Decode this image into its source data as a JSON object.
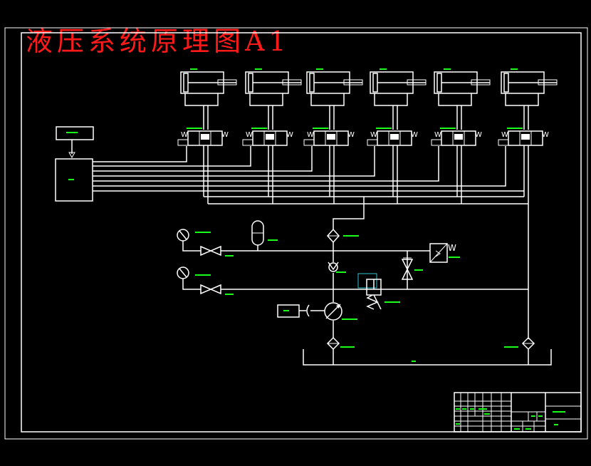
{
  "title": "液压系统原理图A1",
  "colors": {
    "background": "#000000",
    "lines": "#ffffff",
    "title": "#ff1a1a",
    "annotation": "#19ff19",
    "highlight": "#2ec4cc"
  },
  "diagram": {
    "cylinders": 6,
    "valves": 6,
    "controller_blocks": 2,
    "pressure_gauges": 2,
    "stop_valves": 2,
    "accumulator": 1,
    "filters": 3,
    "check_valve": 1,
    "relief_valve": 1,
    "pump_motor": 1,
    "throttle_valve": 1,
    "pressure_relay": 1,
    "tank": 1
  },
  "title_block": {
    "present": true
  }
}
